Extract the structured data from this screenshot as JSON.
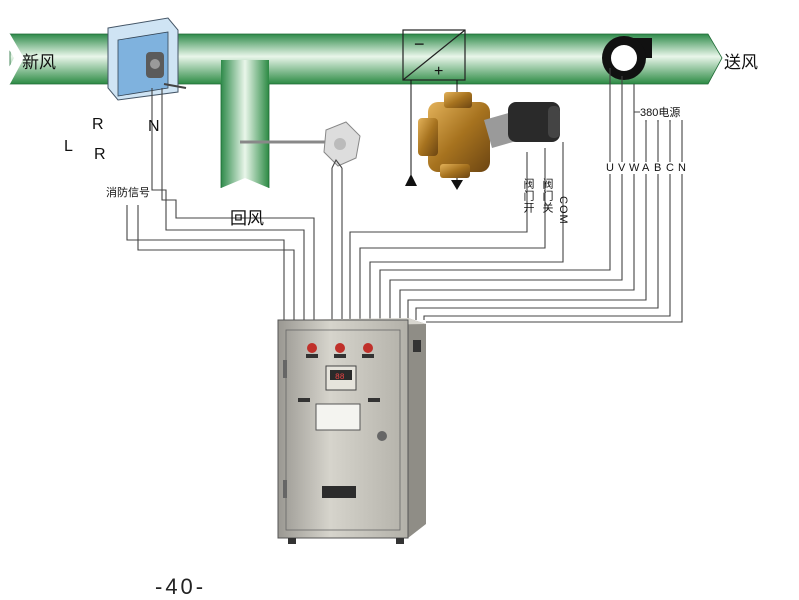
{
  "airflow": {
    "fresh_air": "新风",
    "supply_air": "送风",
    "return_air": "回风"
  },
  "damper_actuator": {
    "terminals": [
      "L",
      "R",
      "R",
      "N"
    ]
  },
  "fire_signal": "消防信号",
  "valve": {
    "minus": "−",
    "plus": "+",
    "valve_open": "阀门开",
    "valve_close": "阀门关",
    "com": "COM"
  },
  "power": {
    "label": "380电源",
    "terminals": [
      "U",
      "V",
      "W",
      "A",
      "B",
      "C",
      "N"
    ]
  },
  "cabinet": {
    "display_value": "88"
  },
  "page_number": "-40-"
}
